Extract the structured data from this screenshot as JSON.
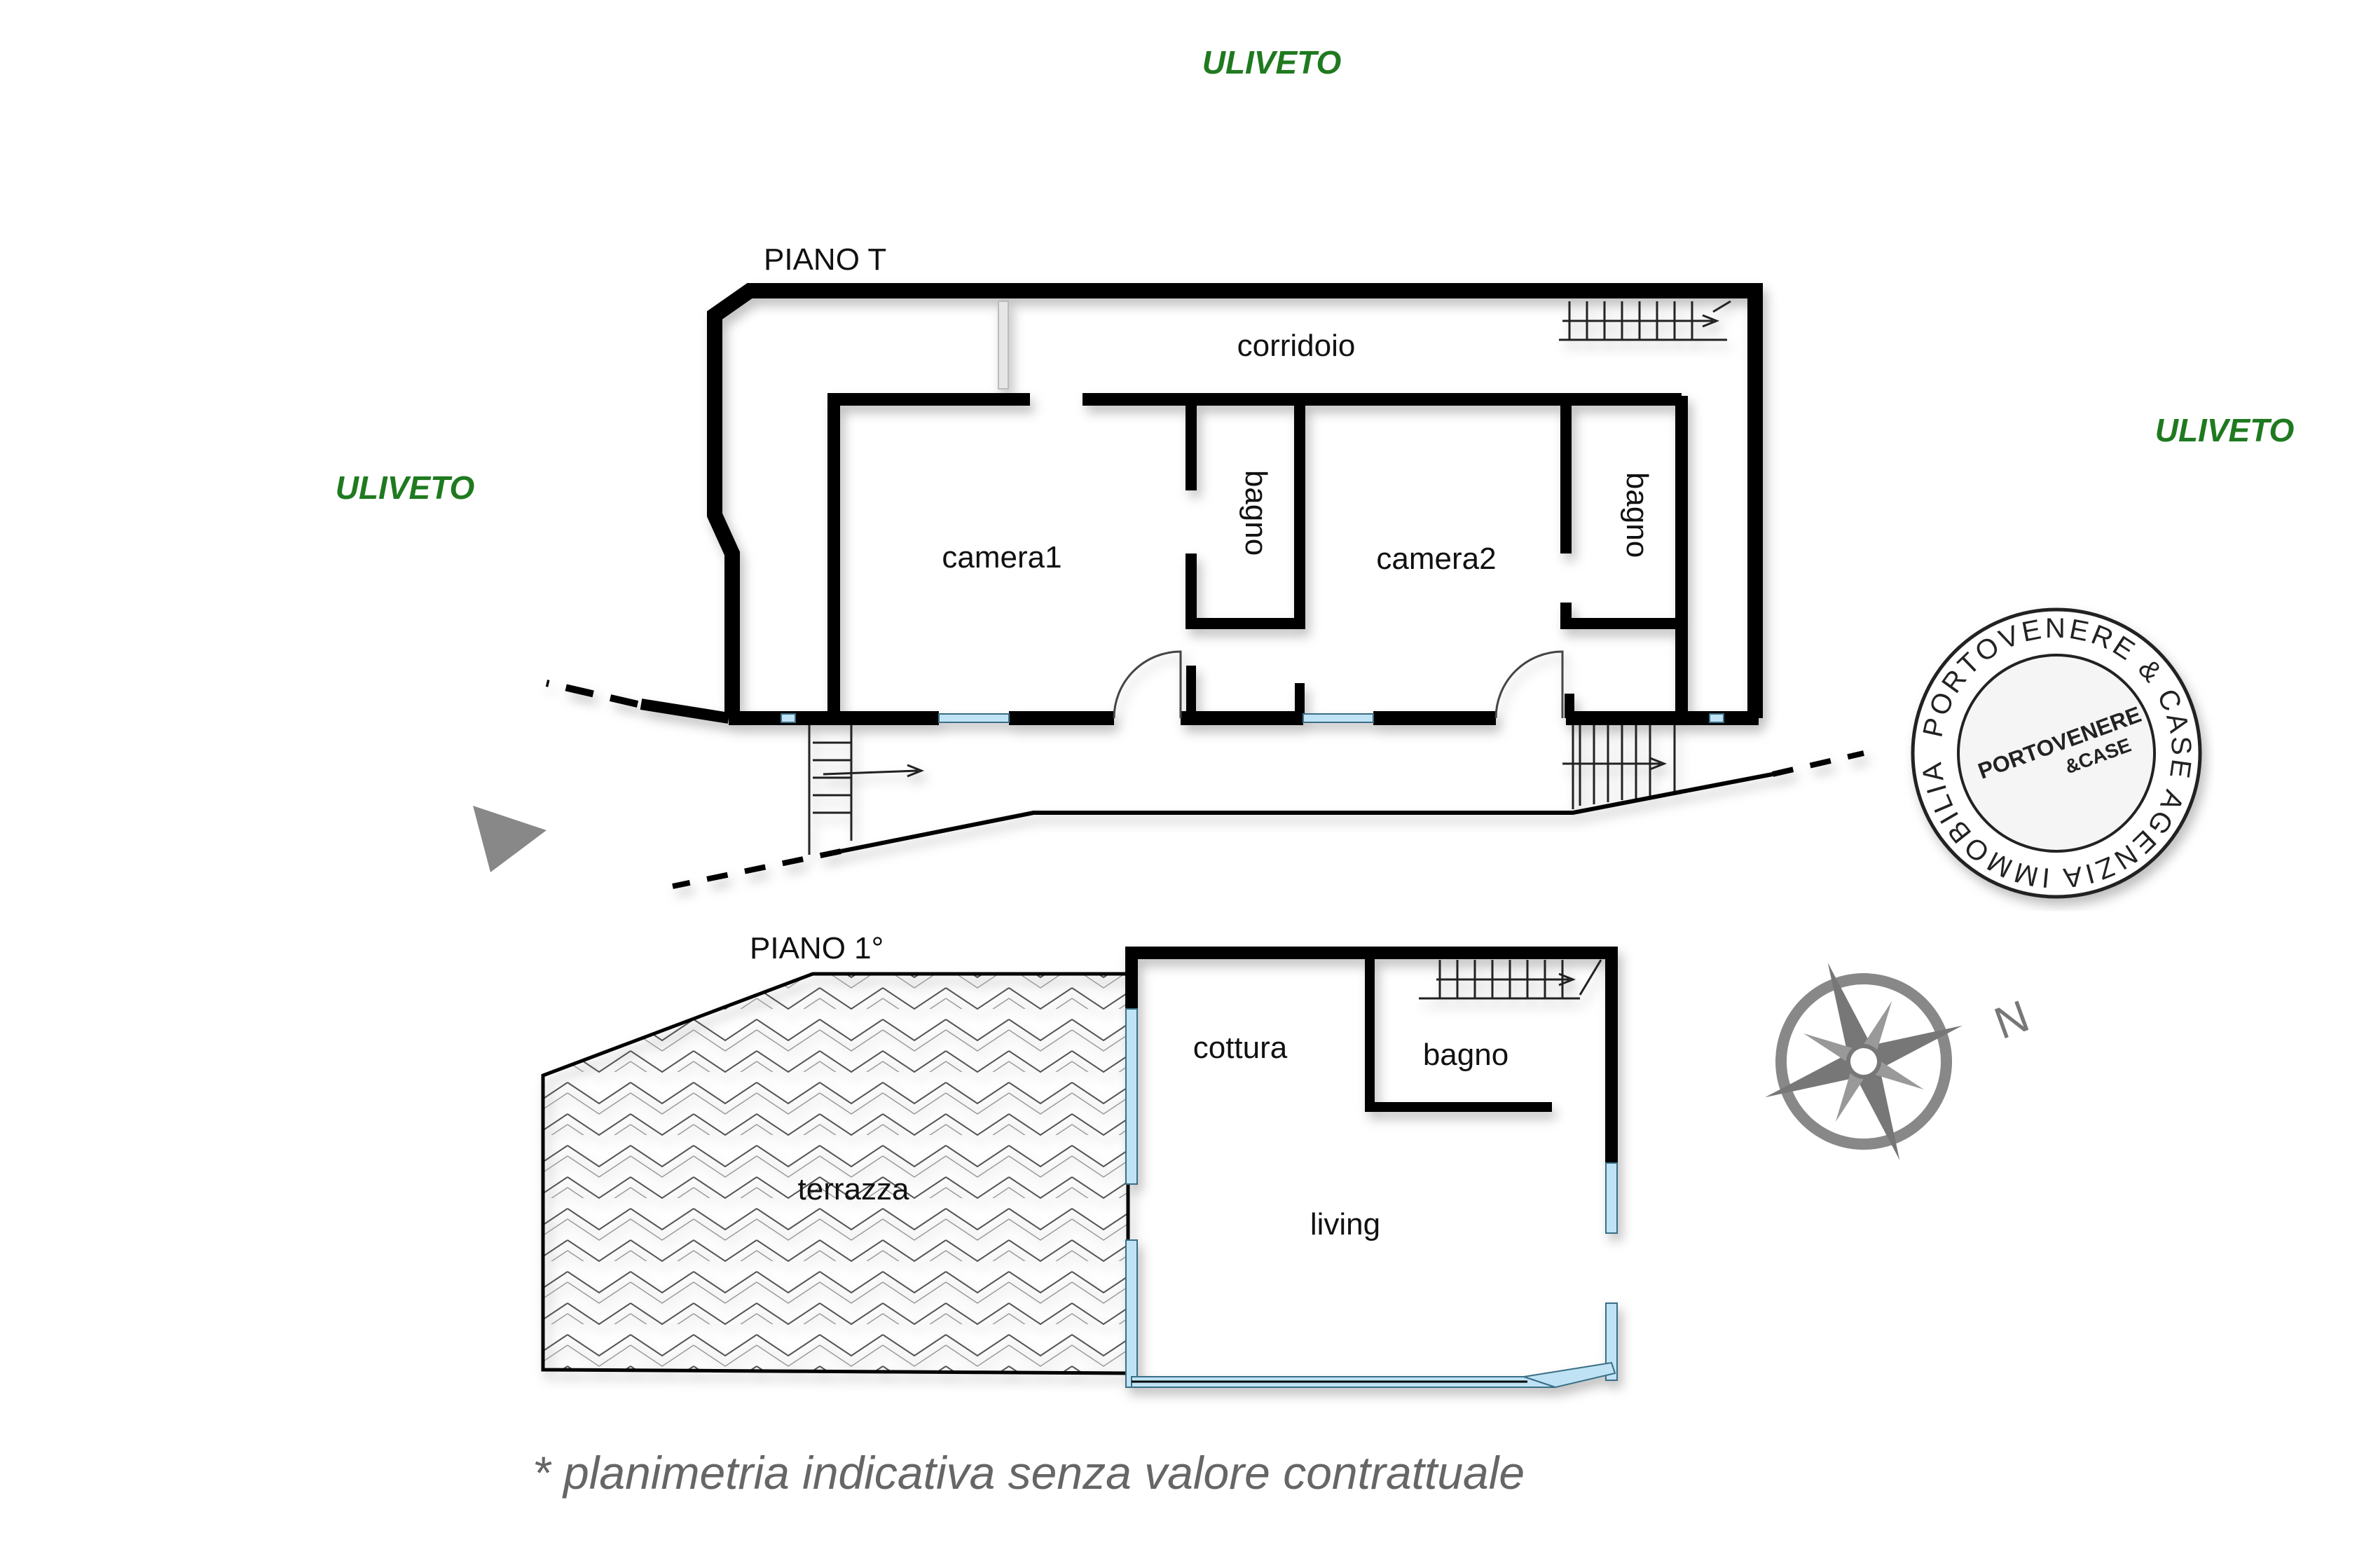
{
  "labels": {
    "uliveto_top": "ULIVETO",
    "uliveto_left": "ULIVETO",
    "uliveto_right": "ULIVETO",
    "piano_t": "PIANO T",
    "piano_1": "PIANO 1°",
    "corridoio": "corridoio",
    "camera1": "camera1",
    "camera2": "camera2",
    "bagno_t1": "bagno",
    "bagno_t2": "bagno",
    "cottura": "cottura",
    "bagno_1": "bagno",
    "living": "living",
    "terrazza": "terrazza",
    "north": "N"
  },
  "stamp": {
    "ring_text": "PORTOVENERE & CASE AGENZIA IMMOBILIARE",
    "center_line1": "PORTOVENERE",
    "center_line2": "&CASE"
  },
  "disclaimer": "* planimetria indicativa senza valore contrattuale",
  "colors": {
    "olive_label": "#1f7a1f",
    "wall": "#000000",
    "window": "#bfe3f5",
    "disclaimer": "#666666",
    "stamp_accent": "#c0392b"
  }
}
